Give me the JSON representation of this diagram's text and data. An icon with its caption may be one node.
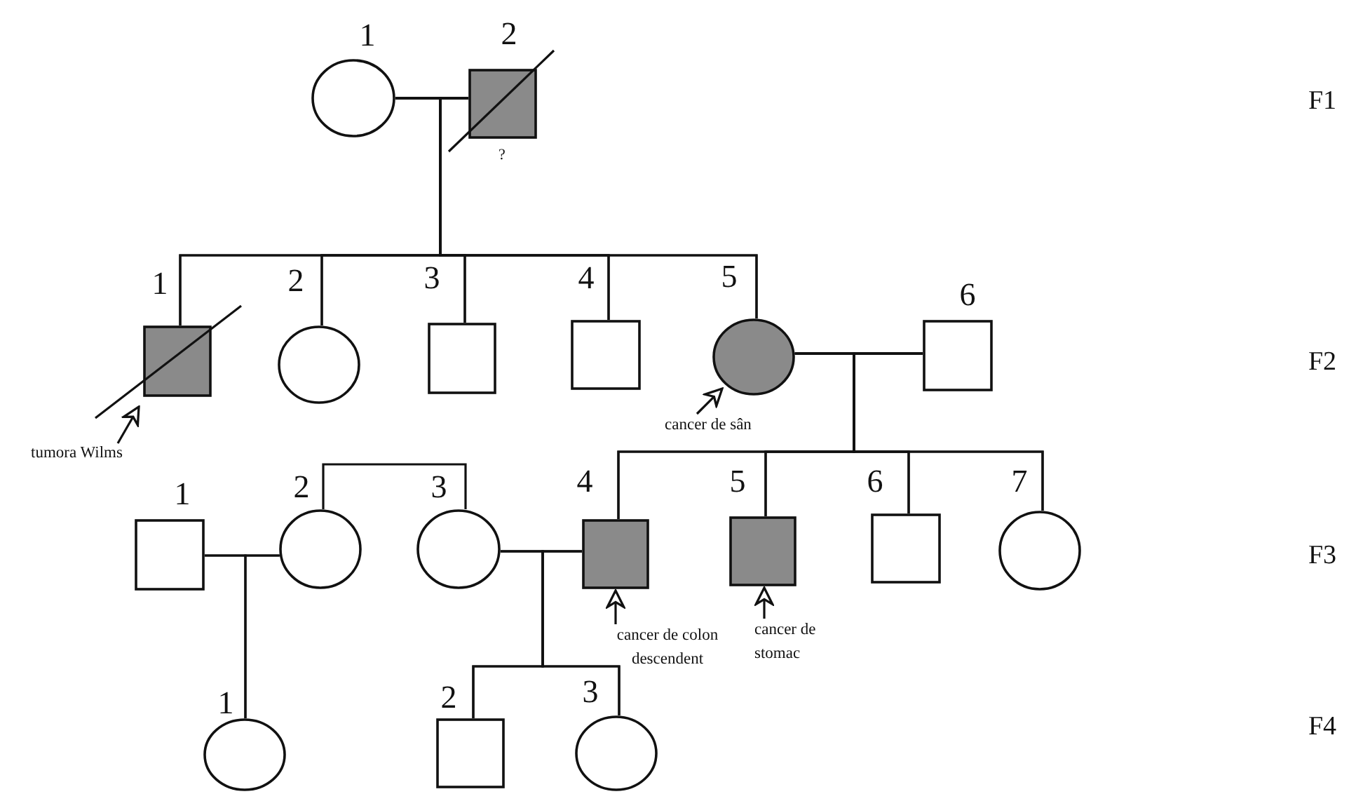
{
  "diagram": {
    "nodes": [
      {
        "text": [],
        "shape": "circle",
        "beside": [
          "1"
        ]
      },
      {
        "text": [],
        "shape": "struck-filled-box",
        "beside": [
          "2",
          "?"
        ]
      },
      {
        "text": [],
        "shape": "struck-filled-box",
        "beside": [
          "1"
        ]
      },
      {
        "text": [],
        "shape": "circle",
        "beside": [
          "2"
        ]
      },
      {
        "text": [],
        "shape": "box",
        "beside": [
          "3"
        ]
      },
      {
        "text": [],
        "shape": "box",
        "beside": [
          "4"
        ]
      },
      {
        "text": [],
        "shape": "filled-circle",
        "beside": [
          "5"
        ]
      },
      {
        "text": [],
        "shape": "box",
        "beside": [
          "6"
        ]
      },
      {
        "text": [],
        "shape": "box",
        "beside": [
          "1"
        ]
      },
      {
        "text": [],
        "shape": "circle",
        "beside": [
          "2"
        ]
      },
      {
        "text": [],
        "shape": "circle",
        "beside": [
          "3"
        ]
      },
      {
        "text": [],
        "shape": "filled-box",
        "beside": [
          "4"
        ]
      },
      {
        "text": [],
        "shape": "filled-box",
        "beside": [
          "5"
        ]
      },
      {
        "text": [],
        "shape": "box",
        "beside": [
          "6"
        ]
      },
      {
        "text": [],
        "shape": "circle",
        "beside": [
          "7"
        ]
      },
      {
        "text": [],
        "shape": "circle",
        "beside": [
          "1"
        ]
      },
      {
        "text": [],
        "shape": "box",
        "beside": [
          "2"
        ]
      },
      {
        "text": [],
        "shape": "circle",
        "beside": [
          "3"
        ]
      },
      {
        "text": [
          "tumora Wilms"
        ]
      },
      {
        "text": [
          "cancer de sân"
        ]
      },
      {
        "text": [
          "cancer de colon descendent"
        ]
      },
      {
        "text": [
          "cancer de stomac"
        ]
      }
    ],
    "edges": [
      {
        "from": 0,
        "to": 1,
        "arrow": "none"
      },
      {
        "from": 0,
        "to": 2,
        "arrow": "none"
      },
      {
        "from": 1,
        "to": 2,
        "arrow": "none"
      },
      {
        "from": 0,
        "to": 3,
        "arrow": "none"
      },
      {
        "from": 1,
        "to": 3,
        "arrow": "none"
      },
      {
        "from": 0,
        "to": 4,
        "arrow": "none"
      },
      {
        "from": 1,
        "to": 4,
        "arrow": "none"
      },
      {
        "from": 0,
        "to": 5,
        "arrow": "none"
      },
      {
        "from": 1,
        "to": 5,
        "arrow": "none"
      },
      {
        "from": 0,
        "to": 6,
        "arrow": "none"
      },
      {
        "from": 1,
        "to": 6,
        "arrow": "none"
      },
      {
        "from": 6,
        "to": 7,
        "arrow": "none"
      },
      {
        "from": 6,
        "to": 11,
        "arrow": "none"
      },
      {
        "from": 7,
        "to": 11,
        "arrow": "none"
      },
      {
        "from": 6,
        "to": 12,
        "arrow": "none"
      },
      {
        "from": 7,
        "to": 12,
        "arrow": "none"
      },
      {
        "from": 6,
        "to": 13,
        "arrow": "none"
      },
      {
        "from": 7,
        "to": 13,
        "arrow": "none"
      },
      {
        "from": 6,
        "to": 14,
        "arrow": "none"
      },
      {
        "from": 7,
        "to": 14,
        "arrow": "none"
      },
      {
        "from": 9,
        "to": 10,
        "arrow": "none"
      },
      {
        "from": 8,
        "to": 9,
        "arrow": "none"
      },
      {
        "from": 8,
        "to": 15,
        "arrow": "none"
      },
      {
        "from": 9,
        "to": 15,
        "arrow": "none"
      },
      {
        "from": 10,
        "to": 11,
        "arrow": "none"
      },
      {
        "from": 10,
        "to": 16,
        "arrow": "none"
      },
      {
        "from": 11,
        "to": 16,
        "arrow": "none"
      },
      {
        "from": 10,
        "to": 17,
        "arrow": "none"
      },
      {
        "from": 11,
        "to": 17,
        "arrow": "none"
      },
      {
        "from": 18,
        "to": 2,
        "arrow": "to"
      },
      {
        "from": 19,
        "to": 6,
        "arrow": "to"
      },
      {
        "from": 20,
        "to": 11,
        "arrow": "to"
      },
      {
        "from": 21,
        "to": 12,
        "arrow": "to"
      }
    ],
    "labels": [
      "F1",
      "F2",
      "F3",
      "F4"
    ]
  }
}
